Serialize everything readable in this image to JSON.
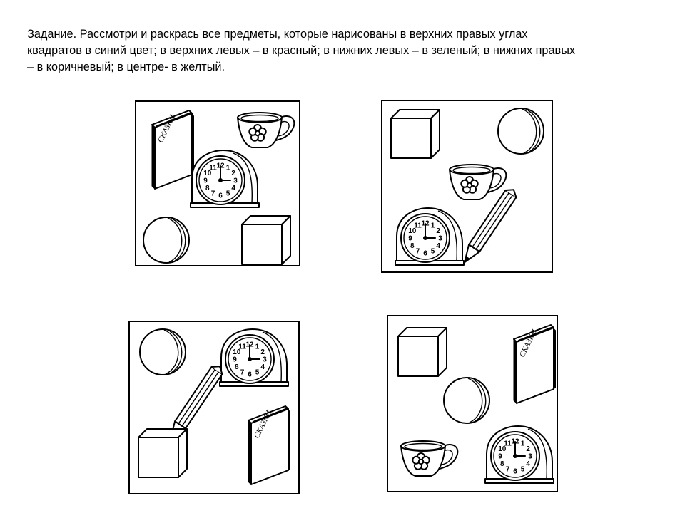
{
  "task": {
    "line1": "Задание. Рассмотри и  раскрась все предметы, которые нарисованы в верхних правых углах",
    "line2": "квадратов в синий цвет; в верхних левых – в красный; в нижних левых – в зеленый; в нижних правых",
    "line3": "– в коричневый; в центре- в желтый."
  },
  "book": {
    "spine_text": "СКАЗКИ"
  },
  "clock": {
    "numbers": [
      "12",
      "1",
      "2",
      "3",
      "4",
      "5",
      "6",
      "7",
      "8",
      "9",
      "10",
      "11"
    ]
  },
  "panels": [
    {
      "id": "panel-1",
      "items": [
        "book",
        "cup",
        "clock",
        "ball",
        "cube"
      ]
    },
    {
      "id": "panel-2",
      "items": [
        "cube",
        "ball",
        "cup",
        "clock",
        "pencil"
      ]
    },
    {
      "id": "panel-3",
      "items": [
        "ball",
        "clock",
        "pencil",
        "cube",
        "book"
      ]
    },
    {
      "id": "panel-4",
      "items": [
        "cube",
        "book",
        "ball",
        "cup",
        "clock"
      ]
    }
  ]
}
